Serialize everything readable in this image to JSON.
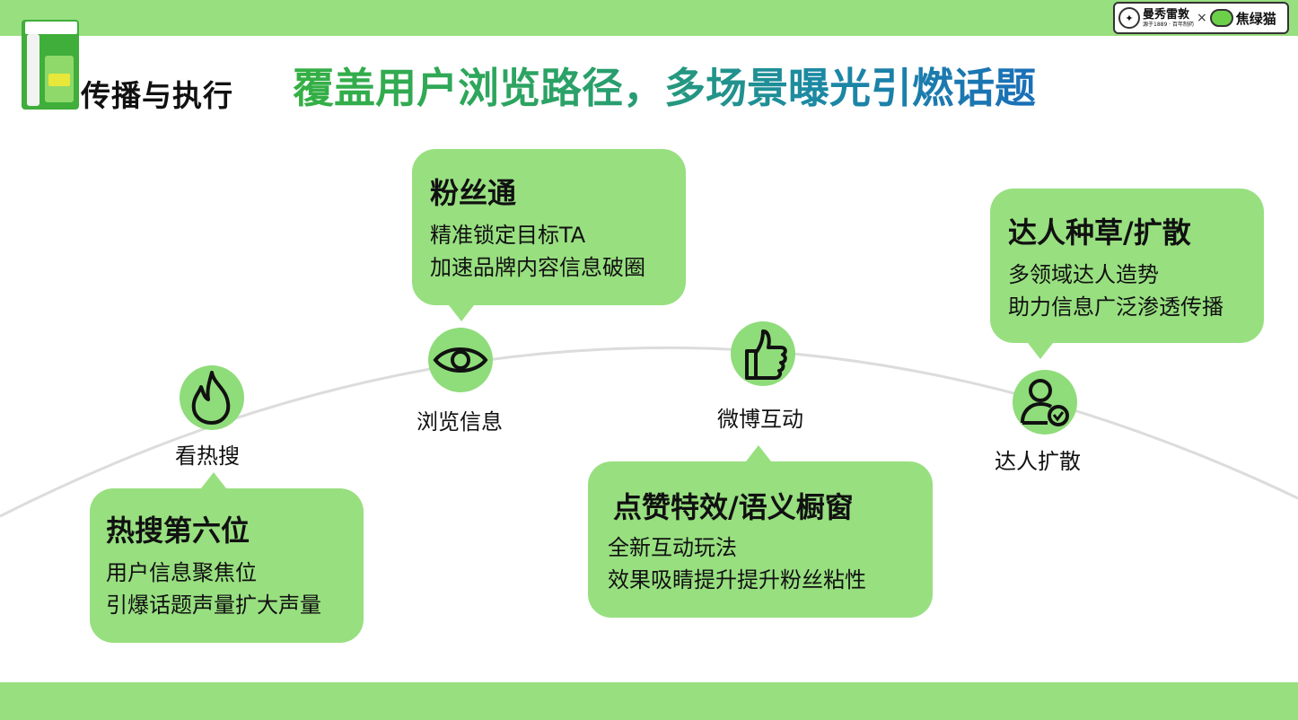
{
  "header": {
    "section_title": "传播与执行",
    "headline": "覆盖用户浏览路径，多场景曝光引燃话题"
  },
  "logos": {
    "brand_name": "曼秀雷敦",
    "brand_tagline": "源于1889 · 百年制药",
    "separator": "×",
    "partner_name": "焦绿猫"
  },
  "nodes": [
    {
      "label": "看热搜",
      "icon": "flame-icon"
    },
    {
      "label": "浏览信息",
      "icon": "eye-icon"
    },
    {
      "label": "微博互动",
      "icon": "thumbs-up-icon"
    },
    {
      "label": "达人扩散",
      "icon": "user-check-icon"
    }
  ],
  "bubbles": [
    {
      "title": "热搜第六位",
      "lines": [
        "用户信息聚焦位",
        "引爆话题声量扩大声量"
      ]
    },
    {
      "title": "粉丝通",
      "lines": [
        "精准锁定目标TA",
        "加速品牌内容信息破圈"
      ]
    },
    {
      "title": "点赞特效/语义橱窗",
      "lines": [
        "全新互动玩法",
        "效果吸睛提升提升粉丝粘性"
      ]
    },
    {
      "title": "达人种草/扩散",
      "lines": [
        "多领域达人造势",
        "助力信息广泛渗透传播"
      ]
    }
  ],
  "colors": {
    "band_green": "#98df80",
    "icon_green": "#8fdc7a",
    "headline_gradient_start": "#35b043",
    "headline_gradient_end": "#1a6fb8"
  }
}
